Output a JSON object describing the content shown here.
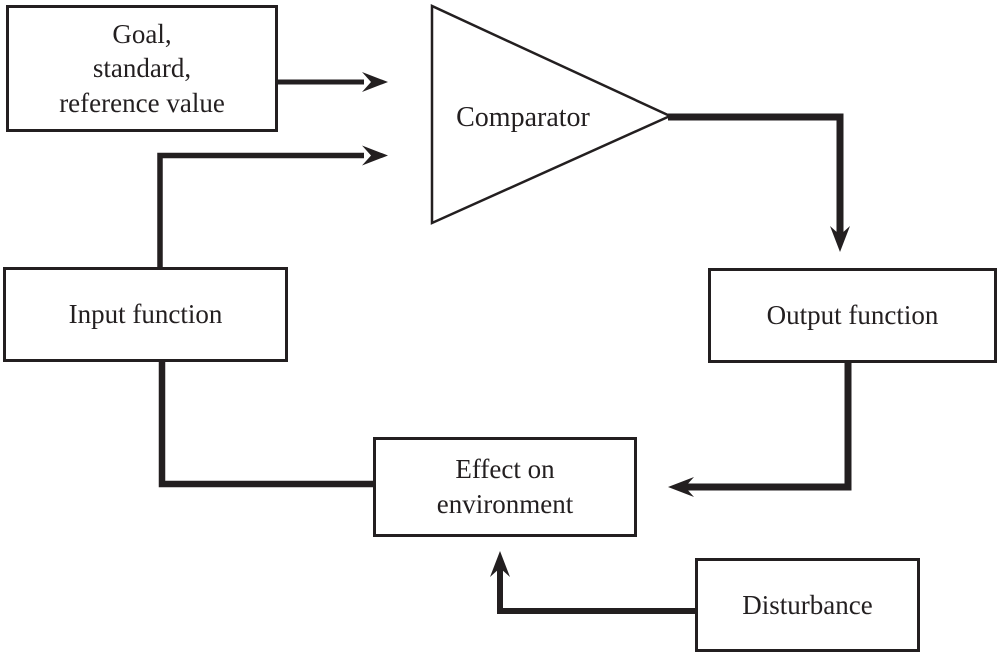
{
  "canvas": {
    "background": "#ffffff",
    "ink_color": "#231f20"
  },
  "diagram": {
    "type": "feedback-loop-flowchart",
    "nodes": {
      "goal": {
        "lines": [
          "Goal,",
          "standard,",
          "reference value"
        ],
        "shape": "rectangle"
      },
      "comparator": {
        "label": "Comparator",
        "shape": "triangle"
      },
      "input": {
        "label": "Input function",
        "shape": "rectangle"
      },
      "output": {
        "label": "Output function",
        "shape": "rectangle"
      },
      "effect": {
        "lines": [
          "Effect on",
          "environment"
        ],
        "shape": "rectangle"
      },
      "disturbance": {
        "label": "Disturbance",
        "shape": "rectangle"
      }
    },
    "edges": [
      {
        "from": "goal",
        "to": "comparator",
        "arrow": true
      },
      {
        "from": "input",
        "to": "comparator",
        "arrow": true
      },
      {
        "from": "comparator",
        "to": "output",
        "arrow": true
      },
      {
        "from": "output",
        "to": "effect",
        "arrow": true
      },
      {
        "between": [
          "input",
          "effect"
        ],
        "arrow": false
      },
      {
        "from": "disturbance",
        "to": "effect",
        "arrow": true
      }
    ]
  }
}
